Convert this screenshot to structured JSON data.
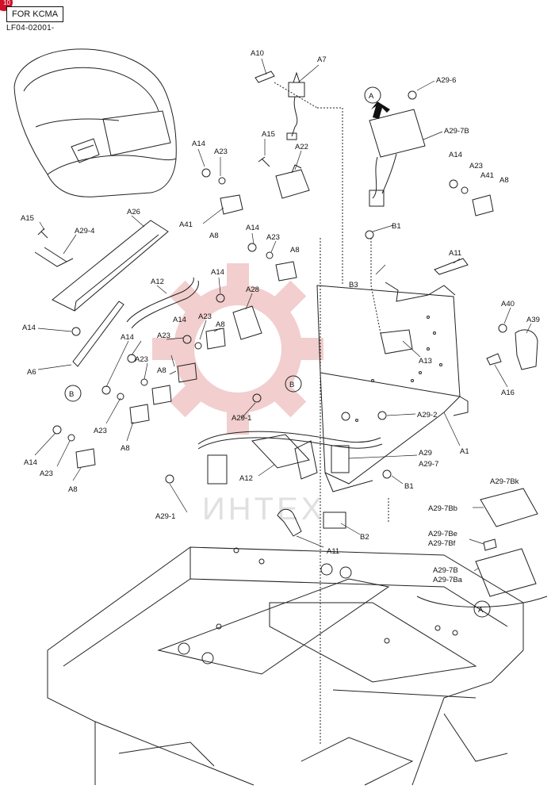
{
  "header": {
    "badge": "FOR KCMA",
    "code": "LF04-02001-",
    "page_number": "10"
  },
  "watermark": {
    "text": "ИНТЕХ",
    "color": "#e9a7a7"
  },
  "callouts": {
    "c01": "A10",
    "c02": "A7",
    "c03": "A29-6",
    "c04": "A29-7B",
    "c05": "A14",
    "c06": "A23",
    "c07": "A15",
    "c08": "A22",
    "c09": "A14",
    "c10": "A23",
    "c11": "A41",
    "c12": "A8",
    "c13": "A41",
    "c14": "A8",
    "c15": "A15",
    "c16": "A29-4",
    "c17": "A26",
    "c18": "A14",
    "c19": "A23",
    "c20": "A8",
    "c21": "B1",
    "c22": "B3",
    "c23": "A11",
    "c24": "A12",
    "c25": "A14",
    "c26": "A28",
    "c27": "A14",
    "c28": "A23",
    "c29": "A8",
    "c30": "A23",
    "c31": "A14",
    "c32": "A6",
    "c33": "A14",
    "c34": "A23",
    "c35": "A8",
    "c36": "A23",
    "c37": "A8",
    "c38": "A40",
    "c39": "A39",
    "c40": "A13",
    "c41": "A16",
    "c42": "A29-1",
    "c43": "A29-2",
    "c44": "A1",
    "c45": "A29",
    "c46": "A29-7",
    "c47": "A14",
    "c48": "A23",
    "c49": "A8",
    "c50": "A12",
    "c51": "A29-1",
    "c52": "B1",
    "c53": "B2",
    "c54": "A11",
    "c55": "A29-7Bk",
    "c56": "A29-7Bb",
    "c57": "A29-7Be",
    "c58": "A29-7Bf",
    "c59": "A29-7B",
    "c60": "A29-7Ba"
  },
  "ref_markers": {
    "a_top": "A",
    "b_left": "B",
    "b_mid": "B",
    "a_bottom": "A"
  }
}
